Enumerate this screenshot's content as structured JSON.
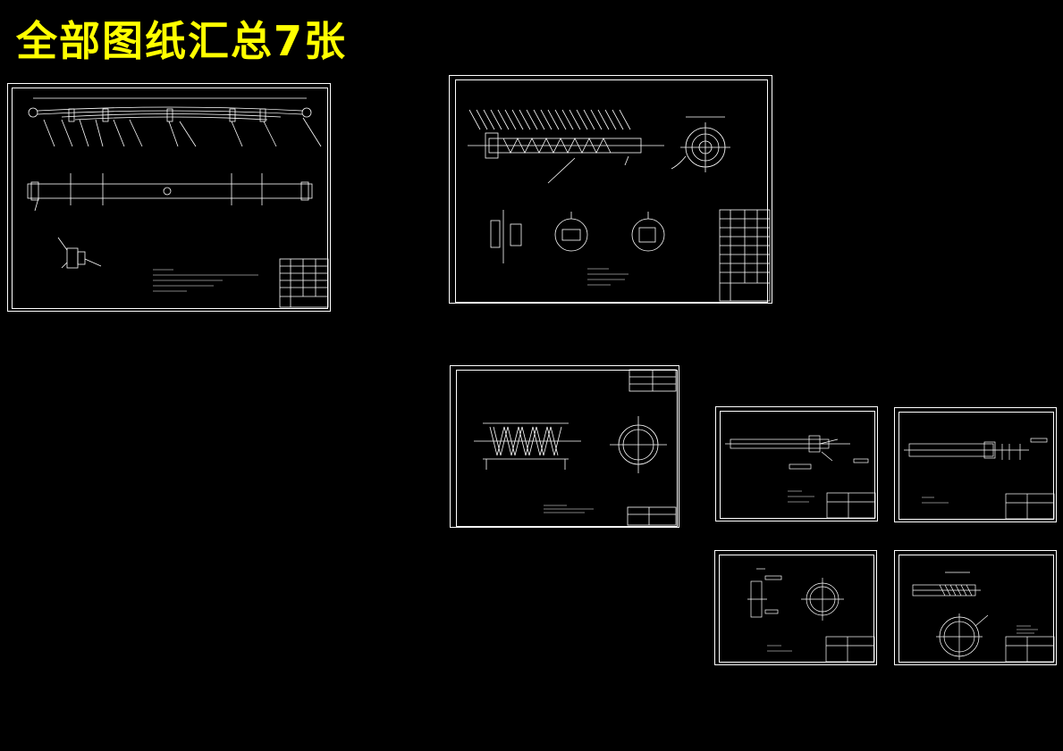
{
  "title": "全部图纸汇总7张",
  "colors": {
    "background": "#000000",
    "title": "#ffff00",
    "line": "#ffffff",
    "note": "#ff2020"
  },
  "sheets": [
    {
      "id": "sheet-1",
      "note": ""
    },
    {
      "id": "sheet-2",
      "note": ""
    },
    {
      "id": "sheet-3",
      "note": ""
    },
    {
      "id": "sheet-4",
      "note": ""
    },
    {
      "id": "sheet-5",
      "note": ""
    },
    {
      "id": "sheet-6",
      "note": ""
    },
    {
      "id": "sheet-7",
      "note": ""
    }
  ]
}
